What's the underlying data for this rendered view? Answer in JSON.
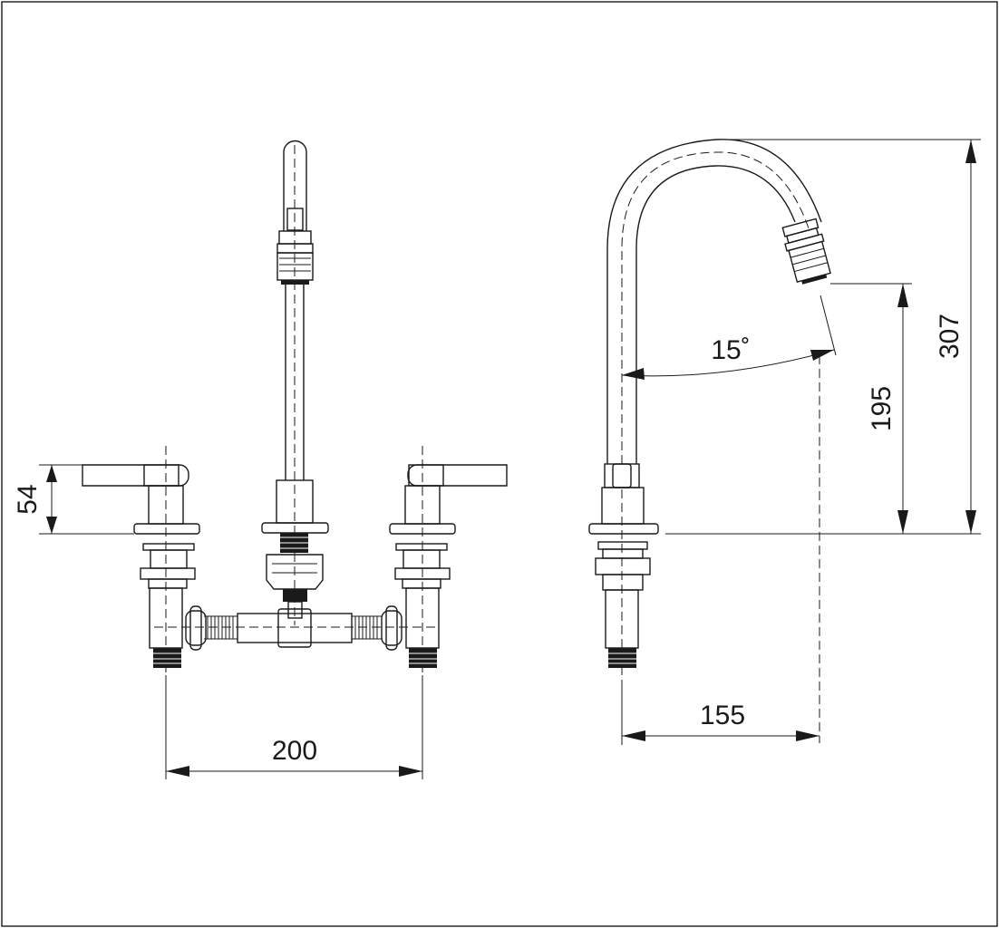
{
  "dimensions": {
    "handle_height": "54",
    "handle_spacing": "200",
    "spout_reach": "155",
    "spout_outlet_height": "195",
    "total_height": "307",
    "spout_angle": "15˚"
  },
  "colors": {
    "line": "#1a1a1a",
    "background": "#ffffff"
  }
}
